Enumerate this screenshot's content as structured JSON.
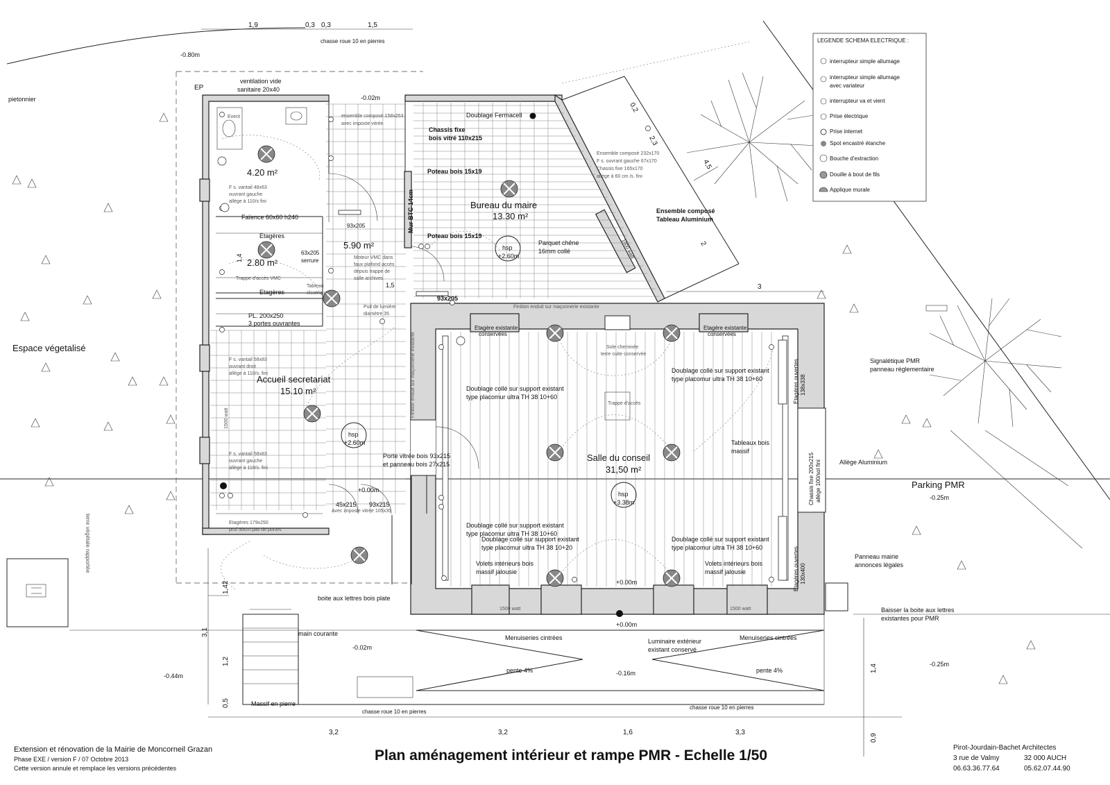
{
  "title": {
    "main": "Plan aménagement intérieur et rampe PMR - Echelle 1/50"
  },
  "project": {
    "line1": "Extension et rénovation de la Mairie de Moncorneil Grazan",
    "line2": "Phase EXE / version F / 07 Octobre 2013",
    "line3": "Cette version annule et remplace les versions précédentes"
  },
  "architect": {
    "name": "Pirot-Jourdain-Bachet Architectes",
    "address": "3 rue de Valmy",
    "city": "32 000 AUCH",
    "phone1": "06.63.36.77.64",
    "phone2": "05.62.07.44.90"
  },
  "legend": {
    "title": "LEGENDE SCHEMA ELECTRIQUE :",
    "items": [
      "interrupteur simple allumage",
      "interrupteur simple allumage",
      "avec variateur",
      "interrupteur va et vient",
      "Prise électrique",
      "Prise internet",
      "Spot encastré étanche",
      "Bouche d'extraction",
      "Douille à bout de fils",
      "Applique murale"
    ]
  },
  "rooms": {
    "wc_area": "4.20 m²",
    "storage_area": "2.80 m²",
    "hall_area": "5.90 m²",
    "bureau_name": "Bureau du maire",
    "bureau_area": "13.30 m²",
    "accueil_name": "Accueil secretariat",
    "accueil_area": "15.10 m²",
    "salle_name": "Salle du conseil",
    "salle_area": "31,50 m²"
  },
  "heights": {
    "hsp": "hsp",
    "bureau": "+2.60m",
    "accueil": "+2.60m",
    "salle": "+3.38m"
  },
  "levels": {
    "top_left": "-0.80m",
    "top_mid": "-0.02m",
    "entry": "+0.00m",
    "salle_floor": "+0.00m",
    "porch": "+0.00m",
    "front_left": "-0.02m",
    "far_left": "-0.44m",
    "ramp_mid": "-0.16m",
    "right_low": "-0.25m",
    "parking": "-0.25m"
  },
  "labels": {
    "pietonnier": "pietonnier",
    "ep": "EP",
    "ventilation_1": "ventilation vide",
    "ventilation_2": "sanitaire 20x40",
    "chasse_top": "chasse roue 10 en pierres",
    "event": "Event",
    "ensemble_1": "ensemble composé 158x253",
    "ensemble_2": "avec imposte vitrée",
    "doublage_fermacell": "Doublage Fermacell",
    "chassis_fixe_1": "Chassis fixe",
    "chassis_fixe_2": "bois vitré 110x215",
    "poteau_1": "Poteau bois 15x19",
    "poteau_2": "Poteau bois 15x19",
    "mur_btc": "Mur BTC 14cm",
    "parquet_1": "Parquet chêne",
    "parquet_2": "16mm collé",
    "ens_bureau_1": "Ensemble composé 232x170",
    "ens_bureau_2": "F s. ouvrant gauche 67x170",
    "ens_bureau_3": "Chassis fixe 165x170",
    "ens_bureau_4": "allège à 60 cm /s. fini",
    "ens_alu_1": "Ensemble composé",
    "ens_alu_2": "Tableau Aluminium",
    "radiator_1000": "1000 watt",
    "fs_wc_1": "F s. vantail 48x63",
    "fs_wc_2": "ouvrant gauche",
    "fs_wc_3": "allège à 110/s fini",
    "faience": "Faïence 60x60 h240",
    "etageres_1": "Etagères",
    "etageres_2": "Etagères",
    "door_93_1": "93x205",
    "door_63_1": "63x205",
    "door_63_2": "serrure",
    "trappe_vmc": "Trappe d'accès VMC",
    "moteur_1": "Moteur VMC dans",
    "moteur_2": "faux plafond accès",
    "moteur_3": "depuis trappe de",
    "moteur_4": "salle archives",
    "tableau_elec_1": "Tableau",
    "tableau_elec_2": "électrique",
    "door_93_2": "93x205",
    "finition_top": "Finition enduit sur maçonnerie existante",
    "puit_1": "Puit de lumière",
    "puit_2": "diamètre 35",
    "pl_1": "PL. 200x250",
    "pl_2": "3 portes ouvrantes",
    "finition_vert": "Finition enduit sur maçonnerie existante",
    "fs_acc_a1": "F s. vantail 58x83",
    "fs_acc_a2": "ouvrant droit",
    "fs_acc_a3": "allège à 110/s. fini",
    "radiator_1500": "1500 watt",
    "fs_acc_b1": "F s. vantail 58x83",
    "fs_acc_b2": "ouvrant gauche",
    "fs_acc_b3": "allège à 110/s. fini",
    "porte_vitree_1": "Porte vitrée bois 93x215",
    "porte_vitree_2": "et panneau bois 27x215",
    "door_45": "45x215",
    "door_93_3": "93x215",
    "avec_imposte": "Avec imposte vitrée 105x35",
    "etag_179_1": "Etagères 179x250",
    "etag_179_2": "prof 30cm pas de portes",
    "etag_exist_1a": "Etagère existante",
    "etag_exist_1b": "conservées",
    "etag_exist_2a": "Etagère existante",
    "etag_exist_2b": "conservées",
    "sole_1": "Sole cheminée",
    "sole_2": "terre cuite conservée",
    "doublage_a1": "Doublage collé sur support existant",
    "doublage_a2": "type placomur ultra TH 38 10+60",
    "doublage_b1": "Doublage collé sur support existant",
    "doublage_b2": "type placomur ultra TH 38 10+60",
    "trappe_acces": "Trappe d'accès",
    "tableaux_1": "Tableaux bois",
    "tableaux_2": "massif",
    "etag_ouv_1a": "Etagères ouvertes",
    "etag_ouv_1b": "138x338",
    "chassis_vert_1": "Chassis fixe 200x215",
    "chassis_vert_2": "allège 100/sol fini",
    "allege_alu": "Allège Aluminium",
    "doublage_c1": "Doublage collé sur support existant",
    "doublage_c2": "type placomur ultra TH 38 10+60",
    "doublage_d1": "Doublage collé sur support existant",
    "doublage_d2": "type placomur ultra TH 38 10+20",
    "doublage_e1": "Doublage collé sur support existant",
    "doublage_e2": "type placomur ultra TH 38 10+60",
    "volets_1a": "Volets intérieurs bois",
    "volets_1b": "massif jalousie",
    "volets_2a": "Volets intérieurs bois",
    "volets_2b": "massif jalousie",
    "etag_ouv_2a": "Etagères ouvertes",
    "etag_ouv_2b": "130x400",
    "radiator_s1": "1500 watt",
    "radiator_s2": "1500 watt",
    "menuiseries_1": "Menuiseries cintrées",
    "menuiseries_2": "Menuiseries cintrées",
    "luminaire_1": "Luminaire extérieur",
    "luminaire_2": "existant conservé",
    "boite_lettres": "boite aux lettres bois plate",
    "main_courante": "main courante",
    "pente_1": "pente 4%",
    "pente_2": "pente 4%",
    "massif": "Massif en pierre",
    "chasse_bot_1": "chasse roue 10 en pierres",
    "chasse_bot_2": "chasse roue 10 en pierres",
    "espace_veg": "Espace végetalisé",
    "terre_veg": "terre végétale rapportée",
    "parking": "Parking PMR",
    "signal_1": "Signalétique PMR",
    "signal_2": "panneau réglementaire",
    "panneau_1": "Panneau mairie",
    "panneau_2": "annonces légales",
    "baisser_1": "Baisser la boite aux lettres",
    "baisser_2": "existantes pour PMR"
  },
  "dims": {
    "top_1": "1,9",
    "top_2": "0,3",
    "top_3": "0,3",
    "top_4": "1,5",
    "left_vert": "1,4",
    "hall_15": "1,5",
    "right_3": "3",
    "diag_02": "0,2",
    "diag_23": "2,3",
    "diag_45": "4,5",
    "diag_2": "2",
    "v_142": "1,42",
    "v_31": "3,1",
    "v_12": "1,2",
    "v_05": "0,5",
    "v_14": "1,4",
    "v_09": "0,9",
    "b_32a": "3,2",
    "b_32b": "3,2",
    "b_16": "1,6",
    "b_33": "3,3"
  }
}
